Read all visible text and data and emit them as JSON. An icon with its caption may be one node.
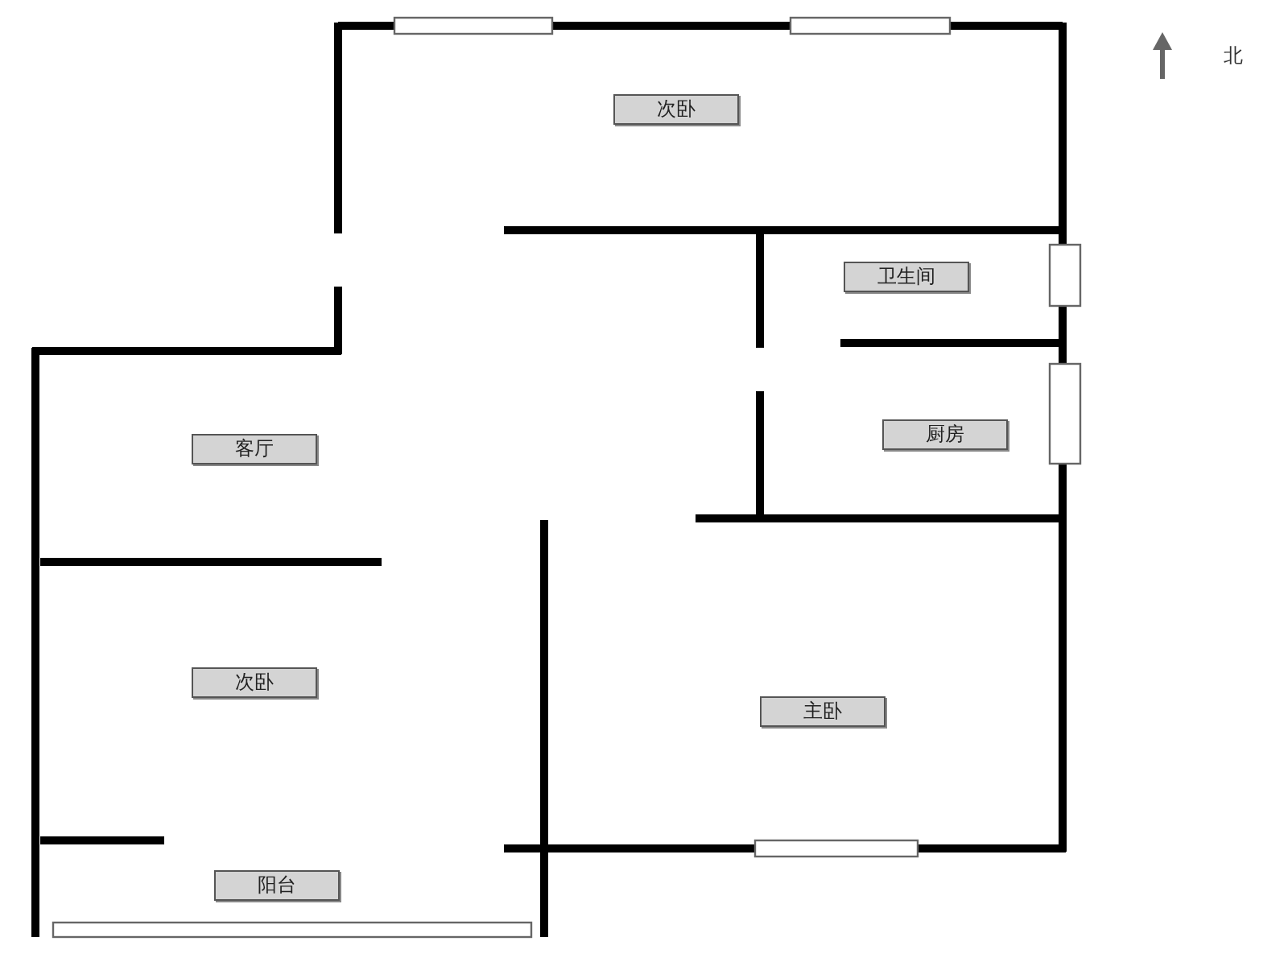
{
  "diagram": {
    "labels": [
      "次卧",
      "北",
      "卫生间",
      "客厅",
      "厨房",
      "次卧",
      "主卧",
      "阳台"
    ]
  }
}
